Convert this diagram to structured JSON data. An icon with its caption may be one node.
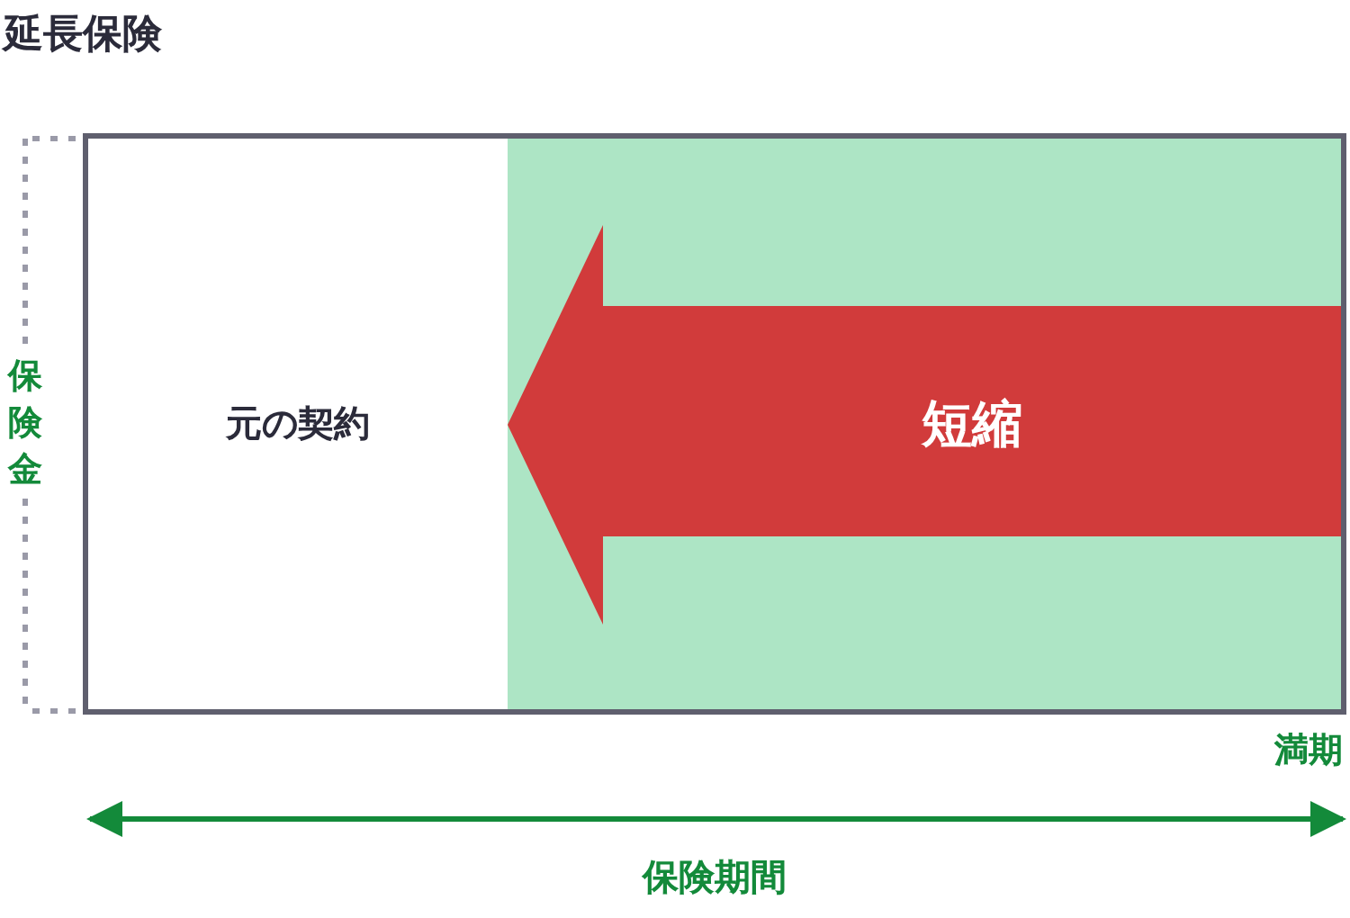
{
  "diagram": {
    "title": "延長保険",
    "nodes": [
      {
        "text": [
          "元の契約"
        ]
      },
      {
        "text": [],
        "shape": "box"
      },
      {
        "text": [
          "短縮"
        ],
        "in": 1
      }
    ],
    "labels": [
      "保険金",
      "満期",
      "保険期間"
    ]
  }
}
